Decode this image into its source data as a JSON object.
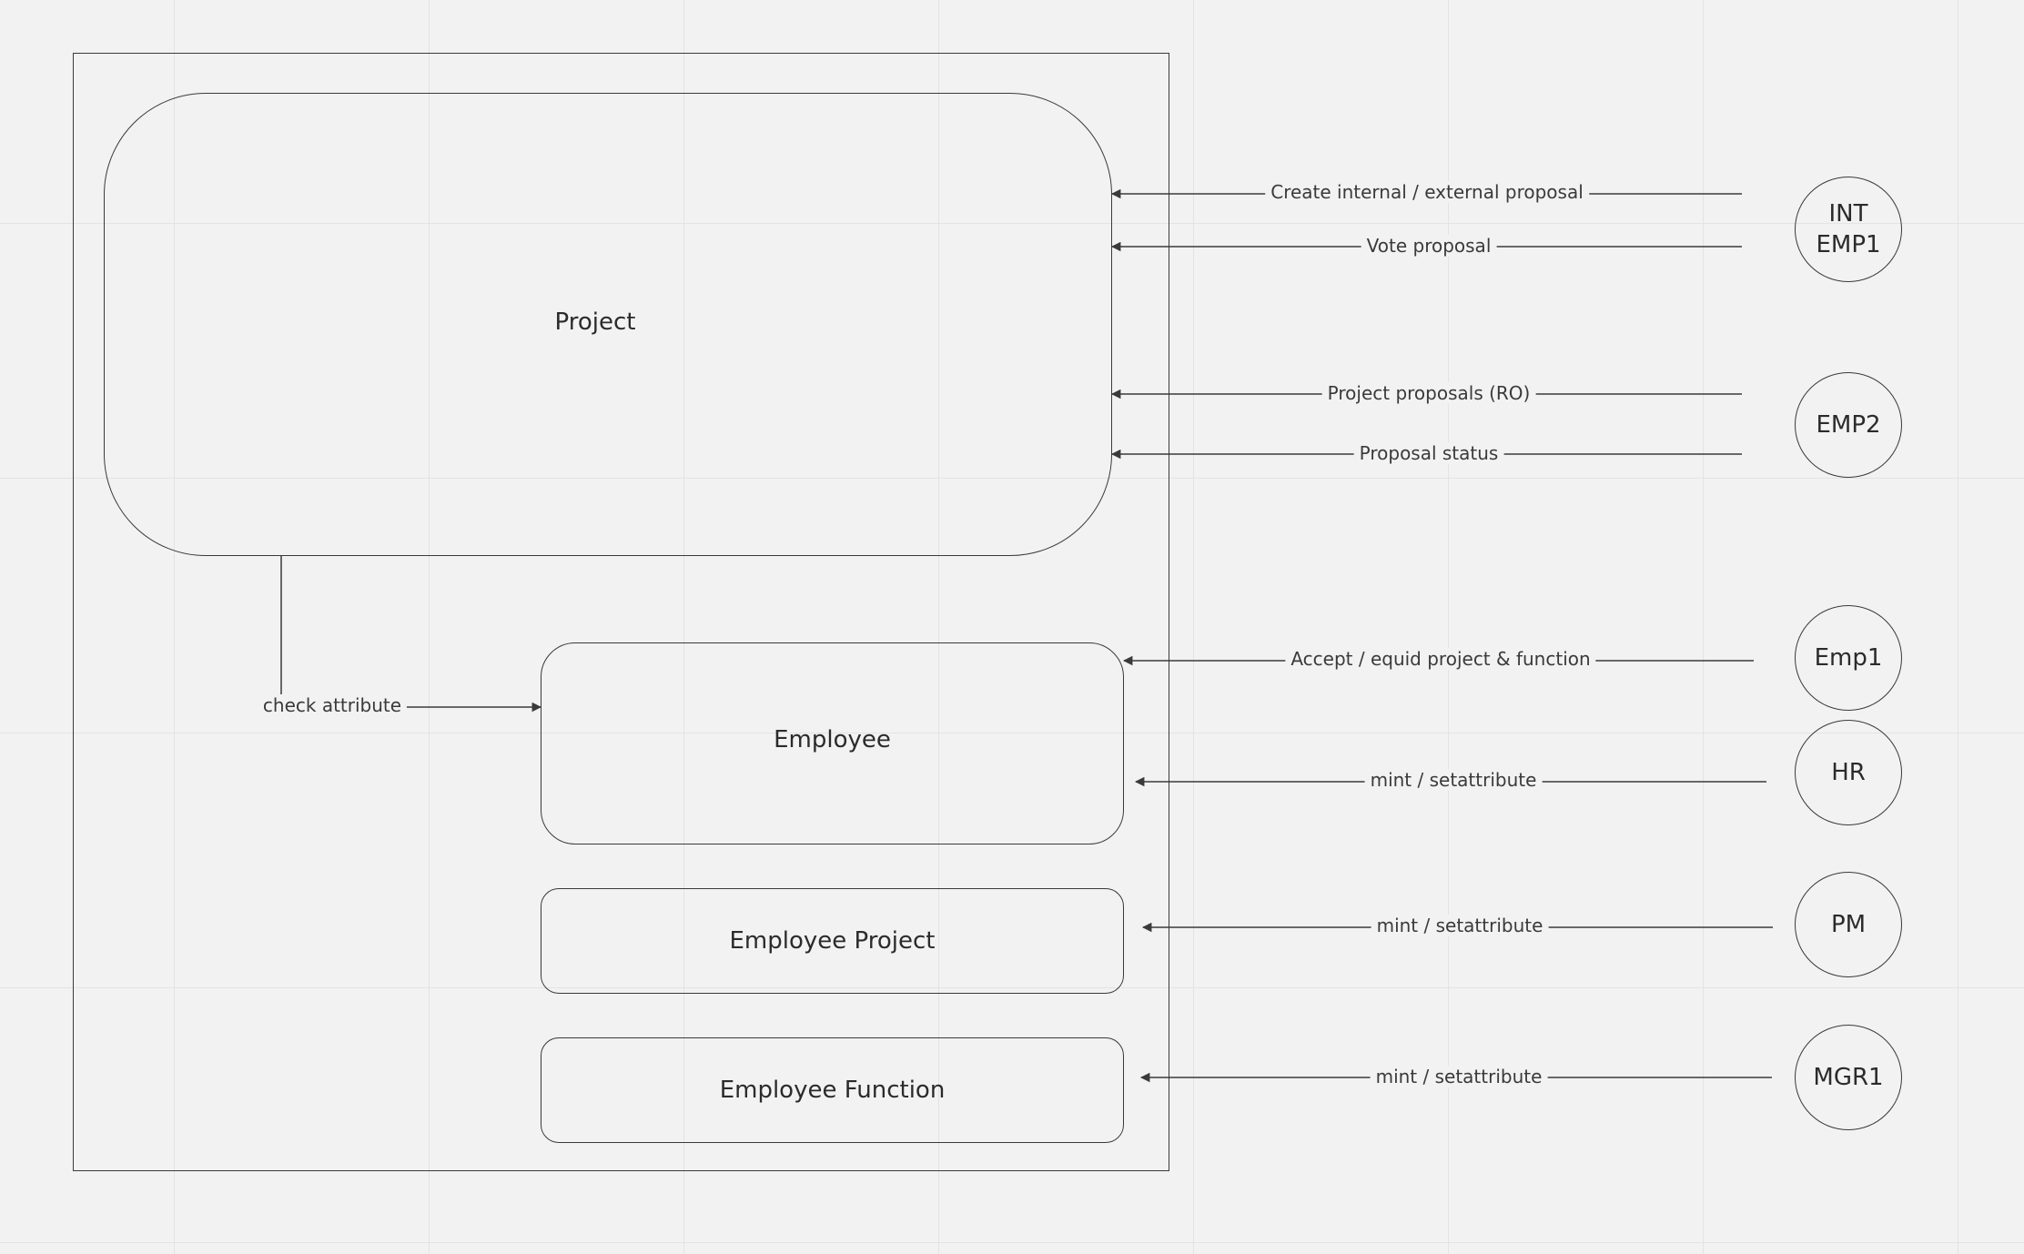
{
  "nodes": {
    "project": "Project",
    "employee": "Employee",
    "employee_project": "Employee Project",
    "employee_function": "Employee Function"
  },
  "actors": {
    "int_emp1": [
      "INT",
      "EMP1"
    ],
    "emp2": "EMP2",
    "emp1": "Emp1",
    "hr": "HR",
    "pm": "PM",
    "mgr1": "MGR1"
  },
  "edges": {
    "create_proposal": "Create internal / external proposal",
    "vote_proposal": "Vote proposal",
    "project_proposals": "Project proposals (RO)",
    "proposal_status": "Proposal status",
    "accept_equid": "Accept / equid project & function",
    "hr_mint": "mint / setattribute",
    "pm_mint": "mint / setattribute",
    "mgr_mint": "mint / setattribute",
    "check_attribute": "check attribute"
  },
  "colors": {
    "background": "#f2f2f2",
    "grid": "#e3e3e3",
    "stroke": "#3a3a3a",
    "text": "#2b2b2b"
  }
}
